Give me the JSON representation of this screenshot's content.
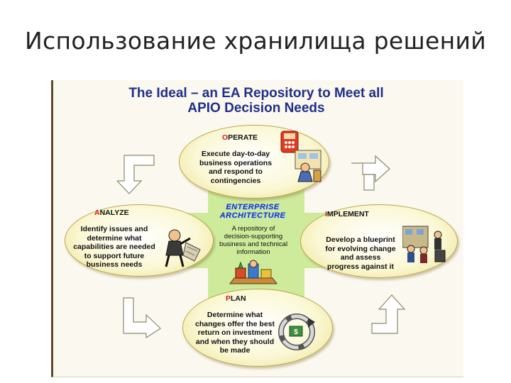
{
  "slide": {
    "title": "Использование хранилища решений"
  },
  "diagram": {
    "title_line1": "The Ideal – an EA Repository to Meet all",
    "title_line2": "APIO Decision Needs",
    "center": {
      "title_line1": "ENTERPRISE",
      "title_line2": "ARCHITECTURE",
      "description": [
        "A repository of",
        "decision-supporting",
        "business and technical",
        "information"
      ]
    },
    "phases": {
      "operate": {
        "first_letter": "O",
        "rest": "PERATE",
        "description": [
          "Execute day-to-day",
          "business operations",
          "and respond to",
          "contingencies"
        ]
      },
      "analyze": {
        "first_letter": "A",
        "rest": "NALYZE",
        "description": [
          "Identify issues and",
          "determine what",
          "capabilities are needed",
          "to support future",
          "business needs"
        ]
      },
      "implement": {
        "first_letter": "I",
        "rest": "MPLEMENT",
        "description": [
          "Develop a blueprint",
          "for evolving change",
          "and assess",
          "progress against it"
        ]
      },
      "plan": {
        "first_letter": "P",
        "rest": "LAN",
        "description": [
          "Determine what",
          "changes offer the best",
          "return on investment",
          "and when they should",
          "be made"
        ]
      }
    },
    "colors": {
      "title": "#1f2f8a",
      "cross": "#cdeb9a",
      "phase_initial": "#d11b1b",
      "ellipse_fill": "#fbf8d6"
    },
    "icons": [
      "phone-icon",
      "office-worker-icon",
      "thinking-person-icon",
      "people-group-icon",
      "globe-money-icon",
      "building-blocks-icon",
      "circular-arrow-icon"
    ]
  }
}
